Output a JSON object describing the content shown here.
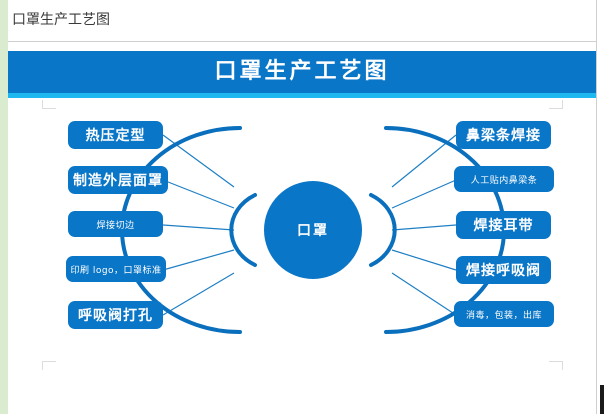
{
  "window": {
    "document_title": "口罩生产工艺图"
  },
  "slide": {
    "banner_title": "口罩生产工艺图",
    "accent_color": "#0a76c7",
    "accent_light_color": "#1eb8f0",
    "rail_color": "#d9ecd0"
  },
  "diagram": {
    "center_label": "口罩",
    "left_nodes": [
      {
        "label": "热压定型",
        "size": "big"
      },
      {
        "label": "制造外层面罩",
        "size": "big"
      },
      {
        "label": "焊接切边",
        "size": "small"
      },
      {
        "label": "印刷 logo，口罩标准",
        "size": "small"
      },
      {
        "label": "呼吸阀打孔",
        "size": "big"
      }
    ],
    "right_nodes": [
      {
        "label": "鼻梁条焊接",
        "size": "big"
      },
      {
        "label": "人工贴内鼻梁条",
        "size": "small"
      },
      {
        "label": "焊接耳带",
        "size": "big"
      },
      {
        "label": "焊接呼吸阀",
        "size": "big"
      },
      {
        "label": "消毒，包装，出库",
        "size": "small"
      }
    ]
  }
}
